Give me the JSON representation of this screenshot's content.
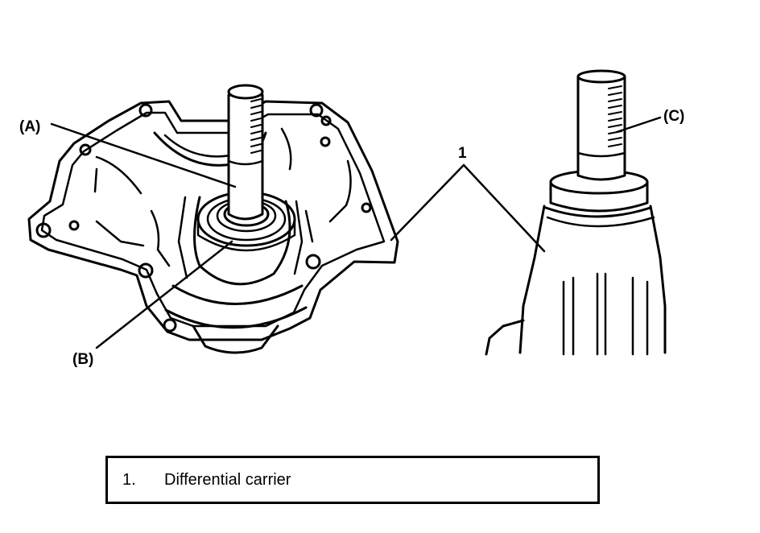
{
  "callouts": {
    "a": "(A)",
    "b": "(B)",
    "c": "(C)",
    "one": "1"
  },
  "legend": {
    "items": [
      {
        "number": "1.",
        "text": "Differential carrier"
      }
    ]
  },
  "colors": {
    "ink": "#000000",
    "paper": "#ffffff"
  }
}
